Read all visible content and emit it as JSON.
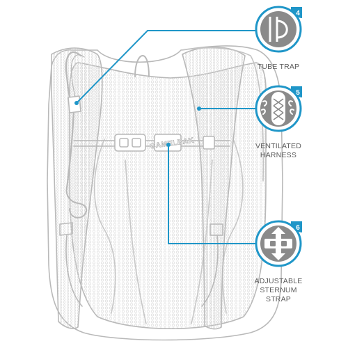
{
  "brand": {
    "logo_text": "CAMELBAK"
  },
  "colors": {
    "accent": "#1f96c8",
    "icon_fill": "#8a8a8a",
    "line_art": "#b9b9b9",
    "mesh": "#e4e4e4",
    "label_text": "#5a5a5a"
  },
  "callouts": [
    {
      "id": "tube-trap",
      "number": "4",
      "icon": "tube-trap-icon",
      "label_lines": [
        "TUBE TRAP"
      ]
    },
    {
      "id": "ventilated-harness",
      "number": "5",
      "icon": "ventilated-harness-icon",
      "label_lines": [
        "VENTILATED",
        "HARNESS"
      ]
    },
    {
      "id": "adjustable-sternum-strap",
      "number": "6",
      "icon": "adjustable-sternum-strap-icon",
      "label_lines": [
        "ADJUSTABLE",
        "STERNUM",
        "STRAP"
      ]
    }
  ]
}
